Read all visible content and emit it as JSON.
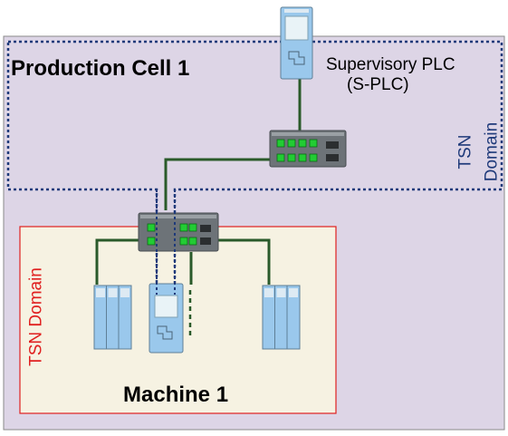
{
  "production_cell": {
    "title": "Production Cell 1"
  },
  "supervisory_plc": {
    "line1": "Supervisory PLC",
    "line2": "(S-PLC)"
  },
  "tsn_domain_outer": {
    "line1": "TSN",
    "line2": "Domain"
  },
  "tsn_domain_machine": {
    "label": "TSN Domain"
  },
  "machine": {
    "title": "Machine 1"
  },
  "colors": {
    "cell_fill": "#ddd5e6",
    "tsn_dotted": "#1f3a7a",
    "machine_border": "#e02020",
    "link_green": "#2a5a2a",
    "device_blue": "#9ac8ec",
    "switch_gray": "#6d7378",
    "port_green": "#22cc33"
  },
  "icons": [
    "plc-controller-icon",
    "network-switch-icon",
    "io-module-icon"
  ]
}
